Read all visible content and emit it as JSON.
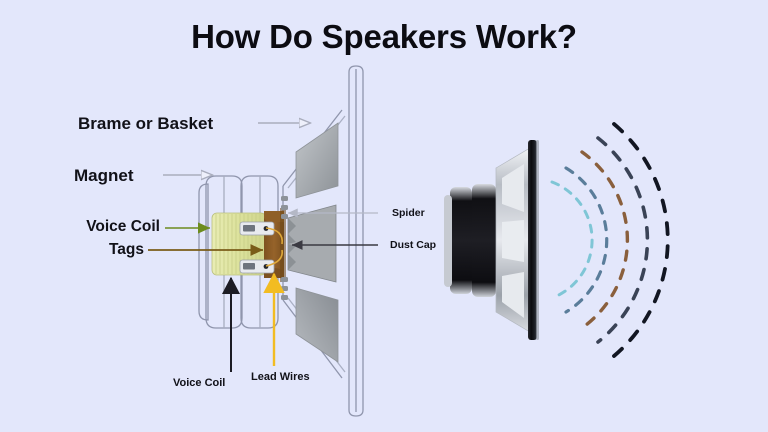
{
  "page": {
    "title": "How Do Speakers Work?",
    "background_color": "#e3e7fb",
    "text_color": "#111118"
  },
  "labels": {
    "frame_or_basket": "Brame or Basket",
    "magnet": "Magnet",
    "voice_coil_left": "Voice Coil",
    "tags": "Tags",
    "spider": "Spider",
    "dust_cap": "Dust Cap",
    "voice_coil_bottom": "Voice Coil",
    "lead_wires": "Lead Wires"
  },
  "colors": {
    "background": "#e3e7fb",
    "title": "#0c0c12",
    "leader_gray": "#a9adbd",
    "leader_green": "#6d8c1e",
    "leader_brown": "#7a5c18",
    "leader_dark": "#2b2b33",
    "lead_wire_yellow": "#f2bc22",
    "voice_coil_fill": "#dbe09a",
    "magnet_core": "#8a5a22",
    "cone_gray": "#9ea3a8",
    "frame_outline": "#9096ad",
    "speaker_black": "#16161a",
    "speaker_silver": "#c9ccd2"
  },
  "diagram": {
    "cross_section": {
      "name": "speaker-cross-section",
      "parts": [
        "frame-basket-outline",
        "magnet-assembly",
        "voice-coil-block",
        "voice-coil-tags",
        "spider-cone",
        "dust-cap",
        "lead-wires"
      ]
    },
    "rendered_speaker": {
      "name": "speaker-3d-render",
      "magnet_rings": 2,
      "basket_windows": 3
    },
    "sound_waves": {
      "name": "sound-wave-arcs",
      "arc_count": 5,
      "arc_colors": [
        "#7fc6d6",
        "#5a7d9a",
        "#8a5f3c",
        "#3a4356",
        "#121622"
      ],
      "dashed": true
    }
  },
  "arrows": {
    "frame_or_basket": {
      "style": "hollow-head",
      "color": "#a9adbd",
      "direction": "right"
    },
    "magnet": {
      "style": "hollow-head",
      "color": "#a9adbd",
      "direction": "right"
    },
    "voice_coil_left": {
      "style": "solid-head",
      "color": "#6d8c1e",
      "direction": "right"
    },
    "tags": {
      "style": "solid-head",
      "color": "#7a5c18",
      "direction": "right"
    },
    "spider": {
      "style": "solid-head",
      "color": "#a9adbd",
      "direction": "left"
    },
    "dust_cap": {
      "style": "solid-head",
      "color": "#3a3a42",
      "direction": "left"
    },
    "voice_coil_bottom": {
      "style": "solid-head",
      "color": "#1c1c24",
      "direction": "up"
    },
    "lead_wires": {
      "style": "solid-head",
      "color": "#f2bc22",
      "direction": "up"
    }
  }
}
